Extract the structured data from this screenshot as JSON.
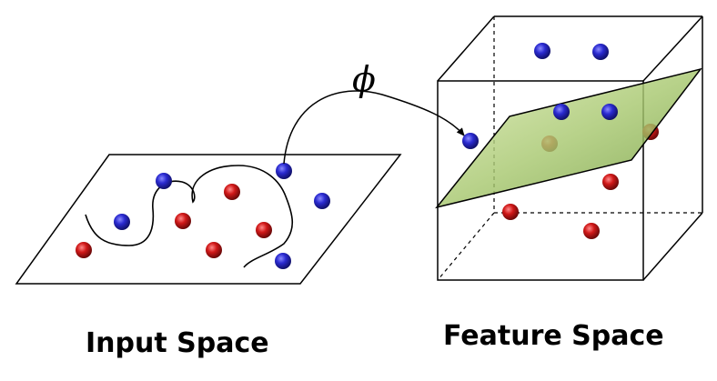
{
  "input_label": "Input Space",
  "feature_label": "Feature Space",
  "mapping_symbol": "ϕ",
  "colors": {
    "class_a": "#2323c8",
    "class_b": "#cc1010",
    "hyperplane": "#a8c870"
  }
}
